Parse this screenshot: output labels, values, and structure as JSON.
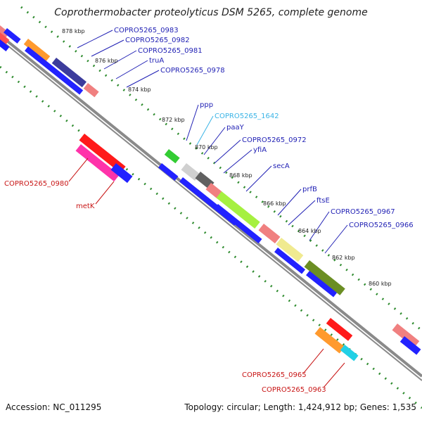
{
  "title": "Coprothermobacter proteolyticus DSM 5265, complete genome",
  "footer": {
    "accession": "Accession: NC_011295",
    "summary": "Topology: circular; Length: 1,424,912 bp; Genes: 1,535"
  },
  "colors": {
    "backbone": "#8a8a8a",
    "ticks": "#2e8b2e",
    "label_forward": "#1f1fb4",
    "label_reverse": "#c81414",
    "label_cyan": "#3ab4e6"
  },
  "ticks": [
    "878 kbp",
    "876 kbp",
    "874 kbp",
    "872 kbp",
    "870 kbp",
    "868 kbp",
    "866 kbp",
    "864 kbp",
    "862 kbp",
    "860 kbp"
  ],
  "labels": {
    "forward": [
      "COPRO5265_0983",
      "COPRO5265_0982",
      "COPRO5265_0981",
      "truA",
      "COPRO5265_0978",
      "ppp",
      "COPRO5265_1642",
      "paaY",
      "COPRO5265_0972",
      "yfiA",
      "secA",
      "prfB",
      "ftsE",
      "COPRO5265_0967",
      "COPRO5265_0966"
    ],
    "reverse": [
      "COPRO5265_0980",
      "metK",
      "COPRO5265_0965",
      "COPRO5265_0963"
    ]
  }
}
